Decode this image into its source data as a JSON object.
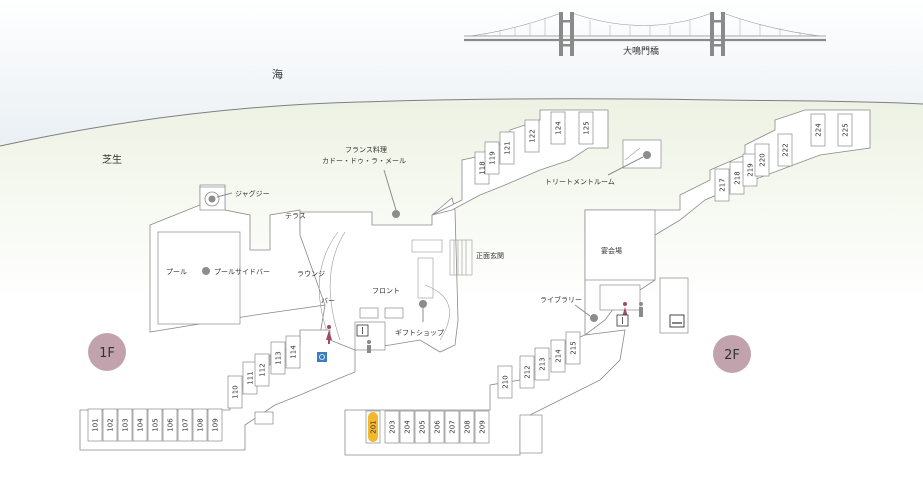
{
  "labels": {
    "sea": "海",
    "lawn": "芝生",
    "bridge": "大鳴門橋",
    "jacuzzi": "ジャグジー",
    "terrace": "テラス",
    "french_line1": "フランス料理",
    "french_line2": "カドー・ドゥ・ラ・メール",
    "treatment": "トリートメントルーム",
    "entrance": "正面玄関",
    "banquet": "宴会場",
    "pool": "プール",
    "poolside_bar": "プールサイドバー",
    "lounge": "ラウンジ",
    "bar": "バー",
    "front": "フロント",
    "gift_shop": "ギフトショップ",
    "library": "ライブラリー"
  },
  "floors": {
    "first": "1F",
    "second": "2F"
  },
  "rooms_1f": [
    "101",
    "102",
    "103",
    "104",
    "105",
    "106",
    "107",
    "108",
    "109",
    "110",
    "111",
    "112",
    "113",
    "114",
    "118",
    "119",
    "121",
    "122",
    "124",
    "125"
  ],
  "rooms_2f": [
    "201",
    "203",
    "204",
    "205",
    "206",
    "207",
    "208",
    "209",
    "210",
    "212",
    "213",
    "214",
    "215",
    "217",
    "218",
    "219",
    "220",
    "222",
    "224",
    "225"
  ],
  "highlighted_room": "201",
  "colors": {
    "water": "#eef2f4",
    "lawn": "#eef3e6",
    "floor_badge": "#c2a3ad",
    "highlight": "#f3b92e",
    "restroom_female": "#a04a63",
    "restroom_male": "#8a8a8a",
    "accessible": "#3a7fc1"
  }
}
